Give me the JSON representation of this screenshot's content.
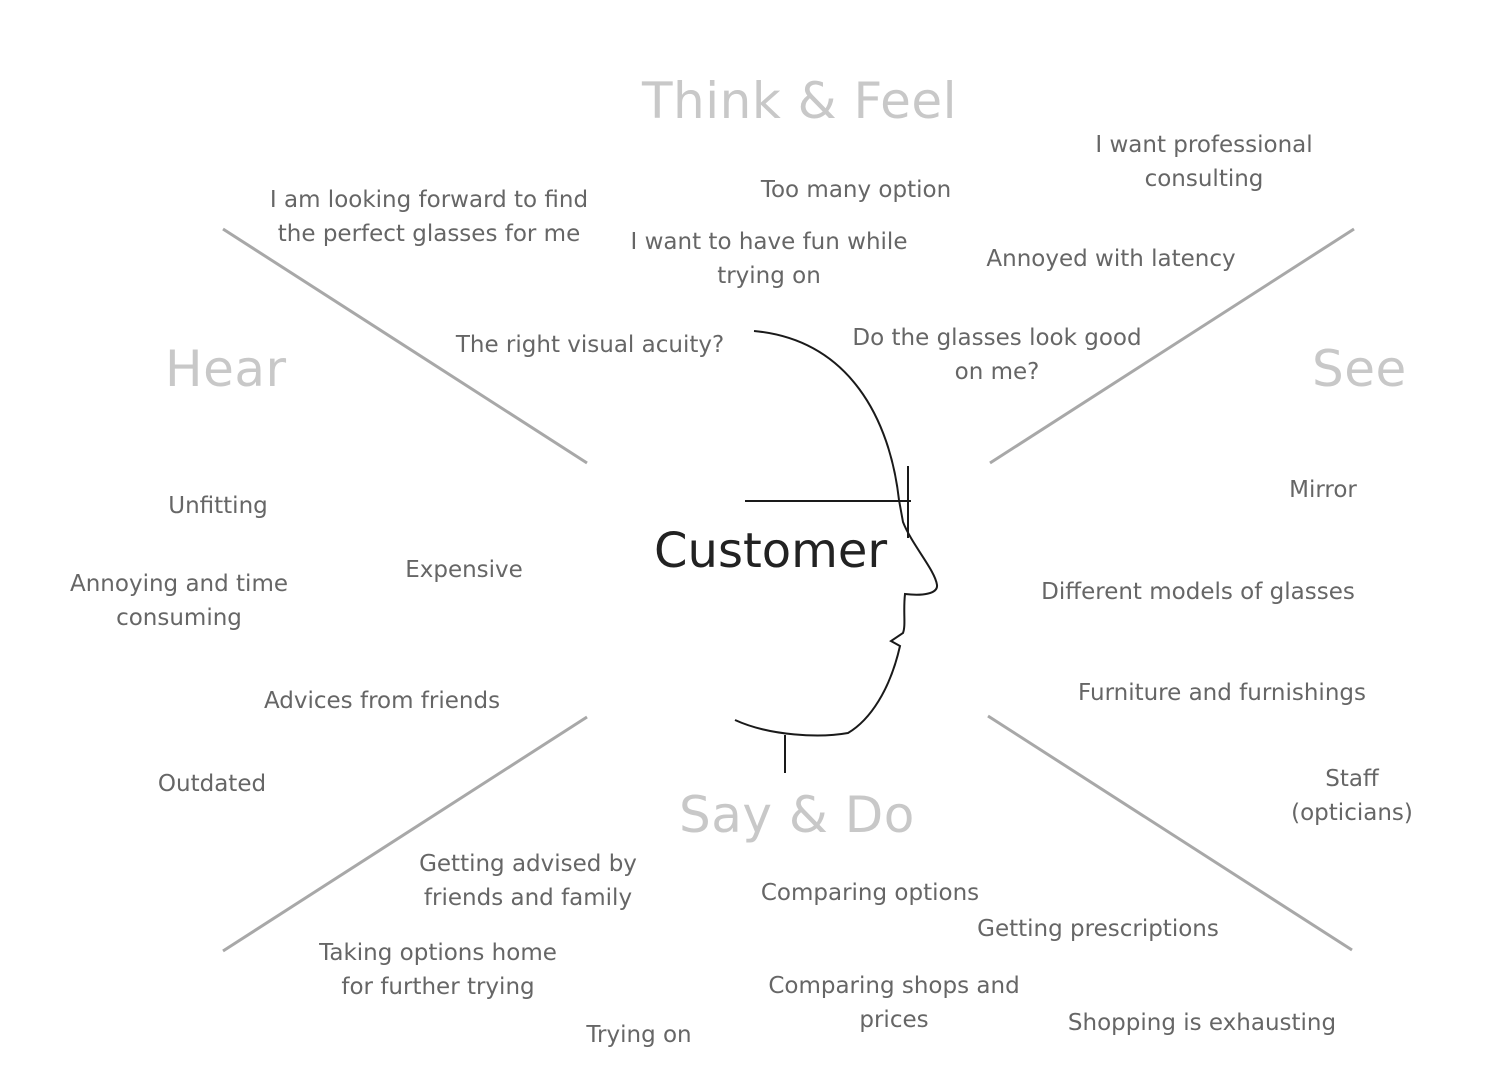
{
  "center_label": "Customer",
  "quadrants": {
    "think_feel": "Think & Feel",
    "hear": "Hear",
    "see": "See",
    "say_do": "Say & Do"
  },
  "think_feel_notes": [
    "I am looking forward to find\nthe perfect glasses for me",
    "Too many option",
    "I want to have fun while\ntrying on",
    "I want professional\nconsulting",
    "Annoyed with latency",
    "The right visual acuity?",
    "Do the glasses look good\non me?"
  ],
  "hear_notes": [
    "Unfitting",
    "Expensive",
    "Annoying and time\nconsuming",
    "Advices from friends",
    "Outdated"
  ],
  "see_notes": [
    "Mirror",
    "Different models of glasses",
    "Furniture and furnishings",
    "Staff\n(opticians)"
  ],
  "say_do_notes": [
    "Getting advised by\nfriends and family",
    "Comparing options",
    "Getting prescriptions",
    "Taking options home\nfor further trying",
    "Comparing shops and\nprices",
    "Trying on",
    "Shopping is exhausting"
  ],
  "colors": {
    "divider": "#a8a8a8",
    "quadrant_title": "#c8c8c8",
    "note_text": "#666666",
    "head_outline": "#1a1a1a"
  }
}
